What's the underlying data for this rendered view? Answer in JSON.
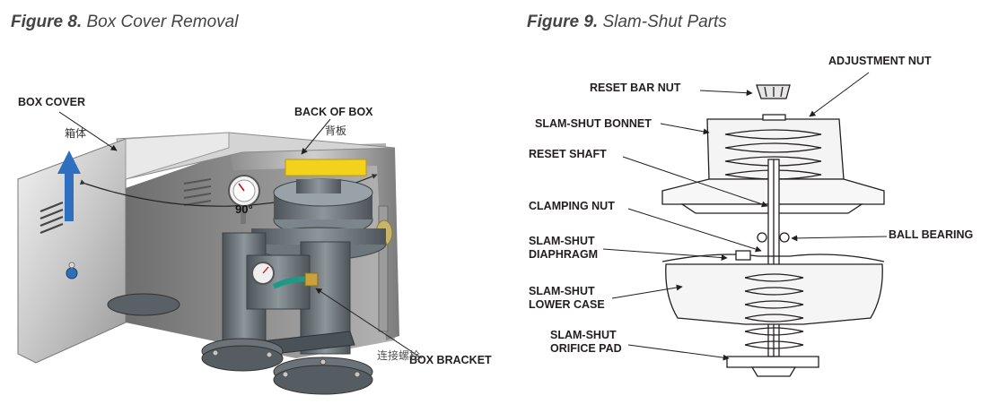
{
  "figure8": {
    "number": "Figure 8.",
    "title": "Box Cover Removal",
    "labels": {
      "box_cover": "BOX COVER",
      "back_of_box": "BACK OF BOX",
      "box_bracket": "BOX BRACKET",
      "angle": "90°",
      "cn_box": "箱体",
      "cn_back": "背板",
      "cn_bracket": "连接螺栓"
    }
  },
  "figure9": {
    "number": "Figure 9.",
    "title": "Slam-Shut Parts",
    "labels": {
      "adjustment_nut": "ADJUSTMENT NUT",
      "reset_bar_nut": "RESET BAR NUT",
      "bonnet": "SLAM-SHUT BONNET",
      "reset_shaft": "RESET SHAFT",
      "clamping_nut": "CLAMPING NUT",
      "ball_bearing": "BALL BEARING",
      "diaphragm_1": "SLAM-SHUT",
      "diaphragm_2": "DIAPHRAGM",
      "lower_case_1": "SLAM-SHUT",
      "lower_case_2": "LOWER CASE",
      "orifice_1": "SLAM-SHUT",
      "orifice_2": "ORIFICE PAD"
    }
  }
}
